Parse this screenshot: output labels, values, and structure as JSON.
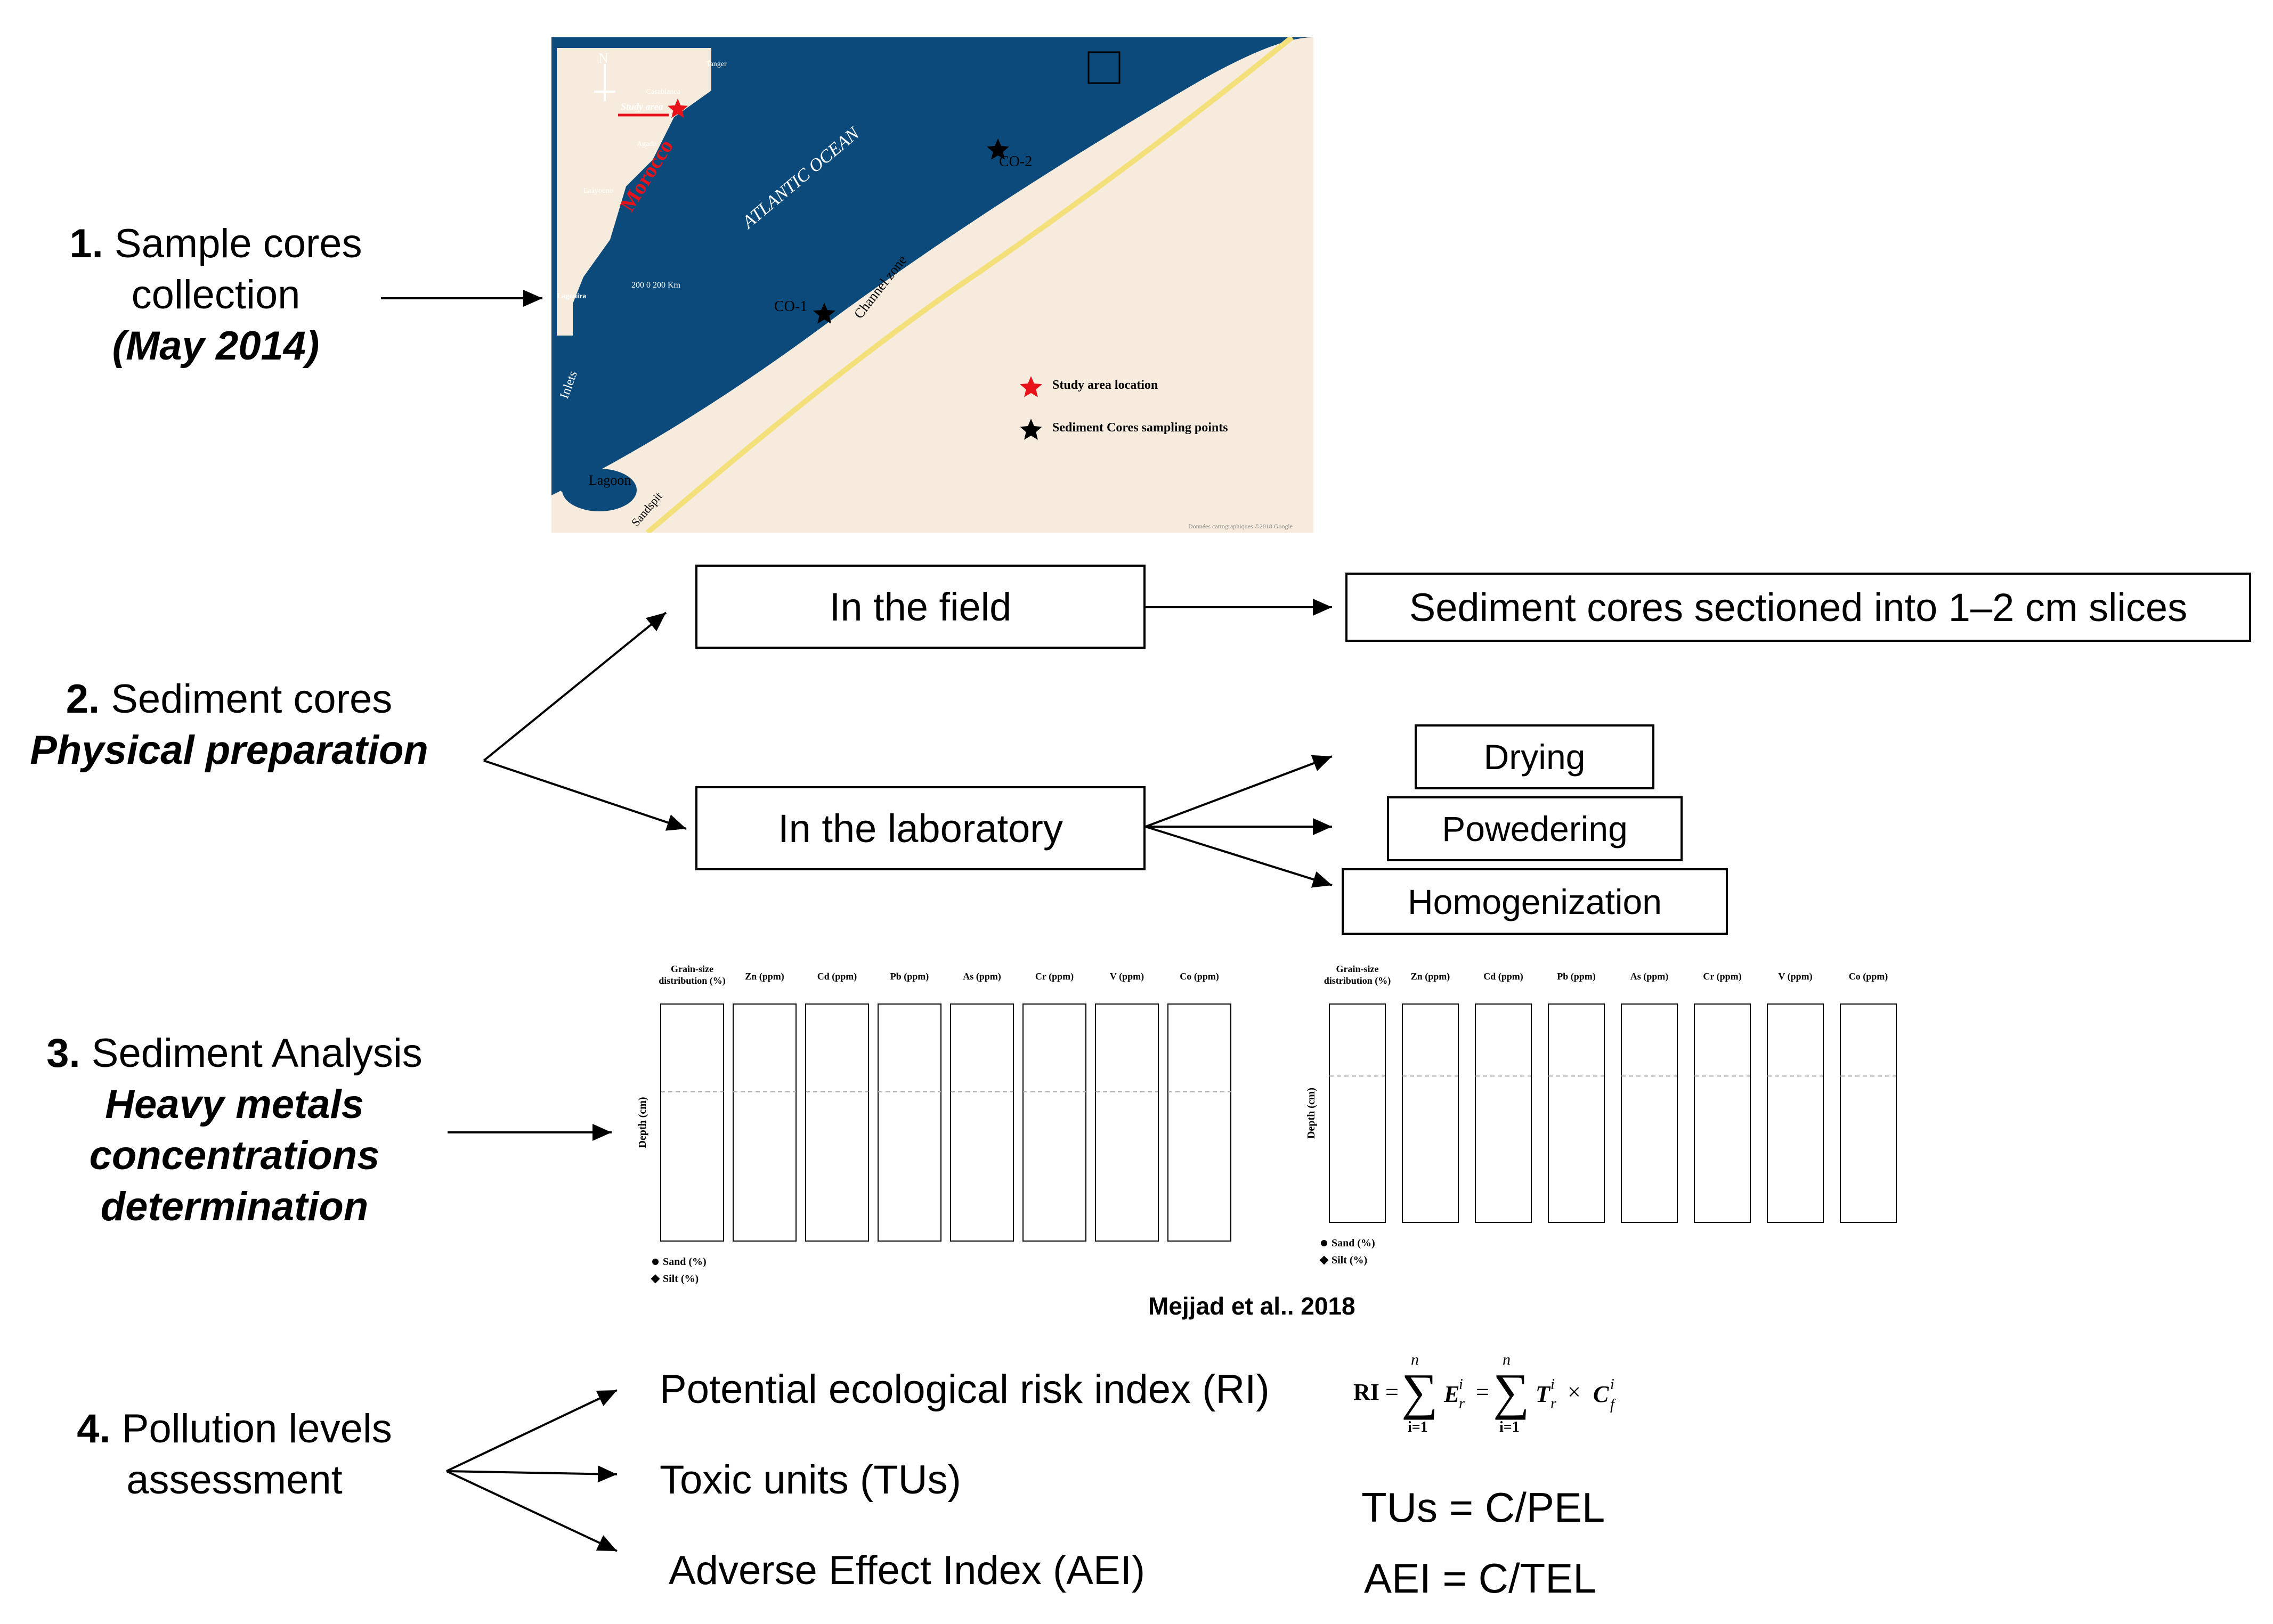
{
  "steps": {
    "s1": {
      "num": "1.",
      "line1": "Sample cores",
      "line2": "collection",
      "line3": "(May 2014)"
    },
    "s2": {
      "num": "2.",
      "line1": "Sediment cores",
      "line2": "Physical preparation"
    },
    "s3": {
      "num": "3.",
      "line1": "Sediment Analysis",
      "line2": "Heavy metals",
      "line3": "concentrations",
      "line4": "determination"
    },
    "s4": {
      "num": "4.",
      "line1": "Pollution levels",
      "line2": "assessment"
    }
  },
  "map": {
    "north": "N",
    "tanger": "Tanger",
    "casablanca": "Casablanca",
    "study_area": "Study area",
    "agadir": "Agadir",
    "morocco": "Morocco",
    "laayoune": "Laâyoune",
    "lagouira": "Lagouira",
    "scale": "200   0   200 Km",
    "ocean": "ATLANTIC OCEAN",
    "co2": "CO-2",
    "co1": "CO-1",
    "channel": "Channel zone",
    "inlets": "Inlets",
    "lagoon": "Lagoon",
    "sandspit": "Sandspit",
    "legend_study": "Study area location",
    "legend_cores": "Sediment Cores sampling points",
    "credit": "Données cartographiques ©2018 Google",
    "colors": {
      "sea": "#0b4a7a",
      "land": "#f6ebdc",
      "road": "#f3e07a",
      "star_red": "#e8121a"
    }
  },
  "prep": {
    "field": "In the field",
    "slices": "Sediment cores sectioned into 1–2 cm slices",
    "lab": "In the laboratory",
    "drying": "Drying",
    "powdering": "Powedering",
    "homog": "Homogenization"
  },
  "chart_data": [
    {
      "type": "scatter",
      "ylabel": "Depth (cm)",
      "panels": [
        "Grain-size distribution (%)",
        "Zn (ppm)",
        "Cd (ppm)",
        "Pb (ppm)",
        "As (ppm)",
        "Cr (ppm)",
        "V (ppm)",
        "Co (ppm)"
      ],
      "legend": [
        "Sand (%)",
        "Silt (%)"
      ]
    },
    {
      "type": "scatter",
      "ylabel": "Depth (cm)",
      "panels": [
        "Grain-size distribution (%)",
        "Zn (ppm)",
        "Cd (ppm)",
        "Pb (ppm)",
        "As (ppm)",
        "Cr (ppm)",
        "V (ppm)",
        "Co (ppm)"
      ],
      "legend": [
        "Sand (%)",
        "Silt (%)"
      ]
    }
  ],
  "citation": "Mejjad et al.. 2018",
  "assessment": {
    "ri": "Potential ecological risk index (RI)",
    "tus": "Toxic units (TUs)",
    "aei": "Adverse Effect Index (AEI)",
    "formula_tus": "TUs = C/PEL",
    "formula_aei": "AEI = C/TEL"
  }
}
